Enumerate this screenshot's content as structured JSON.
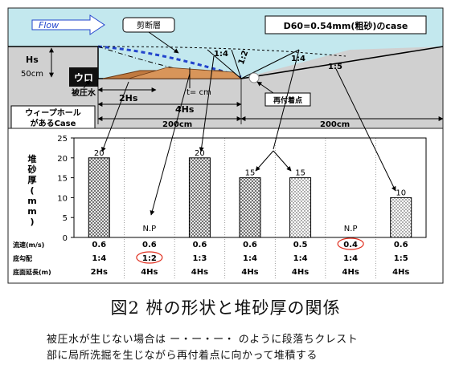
{
  "diagram": {
    "flow_label": "Flow",
    "shear_layer_label": "剪断層",
    "d60_label": "D60=0.54mm(粗砂)のcase",
    "hs_label": "Hs",
    "hs_depth": "50cm",
    "block_label": "ウロ",
    "pressure_water_label": "被圧水",
    "two_hs_label": "2Hs",
    "four_hs_label": "4Hs",
    "t_label": "t=  cm",
    "slope_1_4_a": "1:4",
    "slope_1_2": "1:2",
    "slope_1_4_b": "1:4",
    "slope_1_5": "1:5",
    "reattach_label": "再付着点",
    "weephole_line1": "ウィープホール",
    "weephole_line2": "があるCase",
    "dim_200_left": "200cm",
    "dim_200_right": "200cm"
  },
  "chart_data": {
    "type": "bar",
    "ylabel": "堆砂厚(mm)",
    "ylabel_chars": [
      "堆",
      "砂",
      "厚",
      "(",
      "m",
      "m",
      ")"
    ],
    "ylim": [
      0,
      25
    ],
    "yticks": [
      "0",
      "5",
      "10",
      "15",
      "20",
      "25"
    ],
    "values": [
      20,
      null,
      20,
      15,
      15,
      null,
      10
    ],
    "bar_labels": [
      "20",
      "N.P",
      "20",
      "15",
      "15",
      "N.P",
      "10"
    ],
    "patterns": [
      "hatch",
      "dots",
      "hatch",
      "hatch",
      "dots",
      "dots",
      "dots"
    ],
    "table": {
      "row_labels": [
        "流速(m/s)",
        "底勾配",
        "底面延長(m)"
      ],
      "flow_speed": [
        "0.6",
        "0.6",
        "0.6",
        "0.6",
        "0.5",
        "0.4",
        "0.6"
      ],
      "bed_slope": [
        "1:4",
        "1:2",
        "1:3",
        "1:4",
        "1:4",
        "1:4",
        "1:5"
      ],
      "bed_length": [
        "2Hs",
        "4Hs",
        "4Hs",
        "4Hs",
        "4Hs",
        "4Hs",
        "4Hs"
      ]
    }
  },
  "caption": "図2  桝の形状と堆砂厚の関係",
  "note_line1": "被圧水が生じない場合は ー・ー・ー・ のように段落ちクレスト",
  "note_line2": "部に局所洗掘を生じながら再付着点に向かって堆積する"
}
